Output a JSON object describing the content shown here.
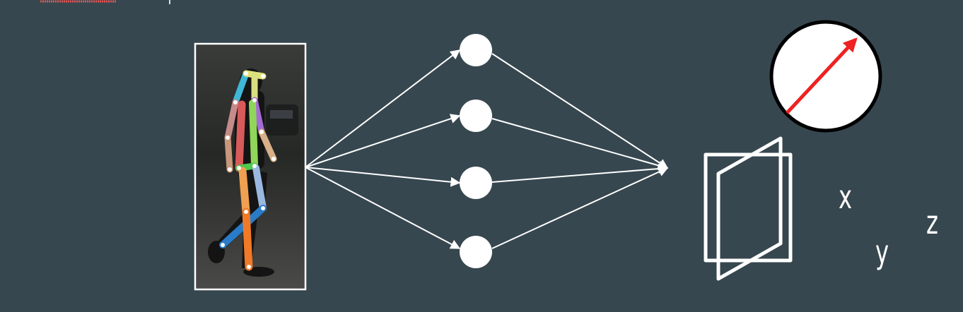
{
  "diagram": {
    "coordinate_labels": {
      "x": "x",
      "y": "y",
      "z": "z"
    },
    "network": {
      "hidden_nodes": 4
    },
    "colors": {
      "background": "#37474f",
      "lines": "#ffffff",
      "compass_arrow": "#ee2222",
      "corner_mark": "#e25555"
    },
    "skeleton_limb_colors": [
      "#3fb8d6",
      "#e2e27a",
      "#c78a8a",
      "#a56ad6",
      "#d85a5a",
      "#8fd65a",
      "#c8967a",
      "#2a2a2a",
      "#f0a050",
      "#9ab8e0",
      "#2a7bc8",
      "#f07a28"
    ]
  }
}
